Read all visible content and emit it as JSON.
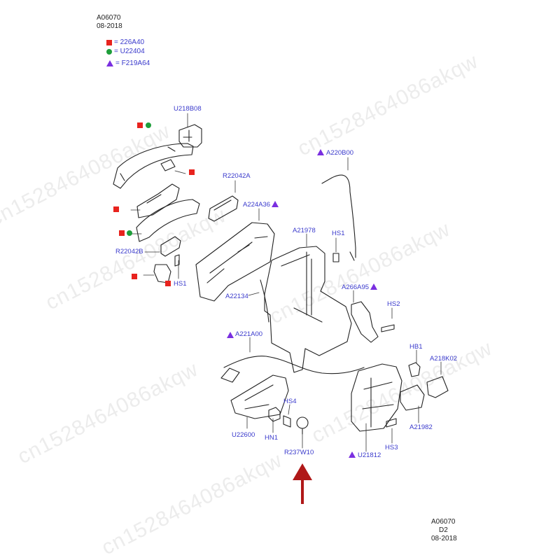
{
  "header": {
    "code": "A06070",
    "date": "08-2018"
  },
  "legend": [
    {
      "symbol": "red-square",
      "color": "#e8231e",
      "label": "= 226A40"
    },
    {
      "symbol": "green-circle",
      "color": "#1e9e3a",
      "label": "= U22404"
    },
    {
      "symbol": "purple-triangle",
      "color": "#7a2fe0",
      "label": "= F219A64"
    }
  ],
  "callouts": {
    "U218B08": "U218B08",
    "R22042A": "R22042A",
    "A224A36": "A224A36",
    "A21978": "A21978",
    "HS1_top": "HS1",
    "A220B00": "A220B00",
    "R22042B": "R22042B",
    "HS1_left": "HS1",
    "A22134": "A22134",
    "A266A95": "A266A95",
    "HS2": "HS2",
    "A221A00": "A221A00",
    "HB1": "HB1",
    "A218K02": "A218K02",
    "HS4": "HS4",
    "U22600": "U22600",
    "HN1": "HN1",
    "R237W10": "R237W10",
    "A21982": "A21982",
    "HS3": "HS3",
    "U21812": "U21812"
  },
  "footer": {
    "code": "A06070",
    "sheet": "D2",
    "date": "08-2018"
  },
  "watermark": "cn1528464086akqw",
  "colors": {
    "callout": "#3a3acc",
    "square": "#e8231e",
    "circle": "#1e9e3a",
    "triangle": "#7a2fe0",
    "arrow": "#b01818"
  }
}
